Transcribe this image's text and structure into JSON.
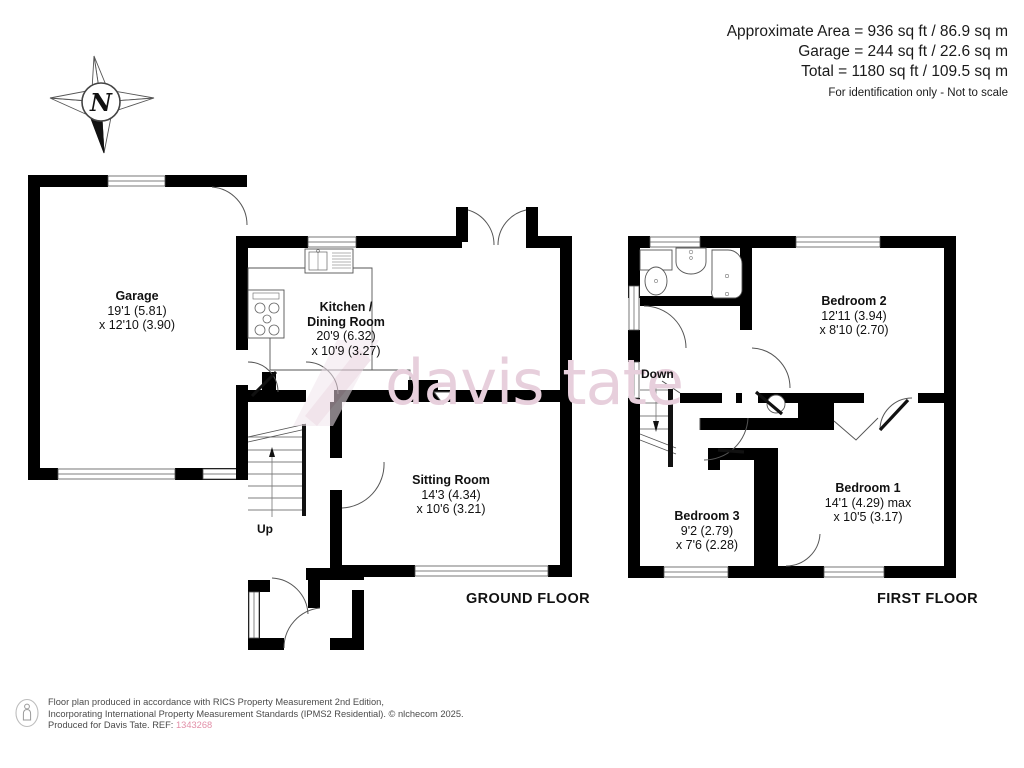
{
  "header": {
    "approximate_area": "Approximate Area = 936 sq ft / 86.9 sq m",
    "garage_area": "Garage = 244 sq ft / 22.6 sq m",
    "total_area": "Total = 1180 sq ft / 109.5 sq m",
    "disclaimer": "For identification only - Not to scale"
  },
  "compass": {
    "label": "N"
  },
  "watermark": {
    "text": "davis tate",
    "color": "#e7cfdc"
  },
  "ground_floor": {
    "title": "GROUND FLOOR",
    "rooms": [
      {
        "name": "Garage",
        "dim_primary": "19'1 (5.81)",
        "dim_secondary": "x 12'10 (3.90)"
      },
      {
        "name_line1": "Kitchen /",
        "name_line2": "Dining Room",
        "dim_primary": "20'9 (6.32)",
        "dim_secondary": "x 10'9 (3.27)"
      },
      {
        "name": "Sitting Room",
        "dim_primary": "14'3 (4.34)",
        "dim_secondary": "x 10'6 (3.21)"
      }
    ],
    "stair_label": "Up"
  },
  "first_floor": {
    "title": "FIRST FLOOR",
    "rooms": [
      {
        "name": "Bedroom 2",
        "dim_primary": "12'11 (3.94)",
        "dim_secondary": "x 8'10 (2.70)"
      },
      {
        "name": "Bedroom 1",
        "dim_primary": "14'1 (4.29) max",
        "dim_secondary": "x 10'5 (3.17)"
      },
      {
        "name": "Bedroom 3",
        "dim_primary": "9'2 (2.79)",
        "dim_secondary": "x 7'6 (2.28)"
      }
    ],
    "stair_label": "Down"
  },
  "footer": {
    "line1": "Floor plan produced in accordance with RICS Property Measurement 2nd Edition,",
    "line2": "Incorporating International Property Measurement Standards (IPMS2 Residential).   © nlchecom 2025.",
    "line3_prefix": "Produced for Davis Tate.   REF:",
    "reference": "1343268"
  }
}
